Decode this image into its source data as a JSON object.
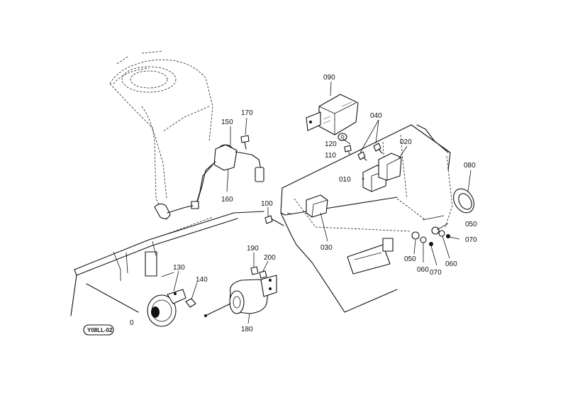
{
  "diagram": {
    "drawing_code": "Y08LL-02",
    "part_labels": {
      "p010": "010",
      "p020": "020",
      "p030": "030",
      "p040": "040",
      "p050a": "050",
      "p050b": "050",
      "p060a": "060",
      "p060b": "060",
      "p070a": "070",
      "p070b": "070",
      "p080": "080",
      "p090": "090",
      "p100": "100",
      "p110": "110",
      "p120": "120",
      "p130": "130",
      "p140": "140",
      "p150": "150",
      "p160": "160",
      "p170": "170",
      "p180": "180",
      "p190": "190",
      "p200": "200"
    }
  }
}
